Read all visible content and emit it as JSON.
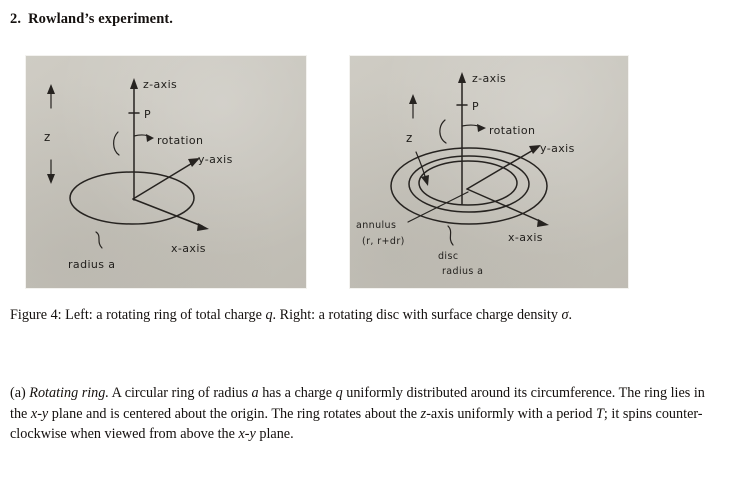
{
  "heading": {
    "number": "2.",
    "text": "Rowland’s experiment."
  },
  "figures": {
    "left": {
      "name": "rotating-ring-sketch",
      "labels": {
        "z_axis": "z-axis",
        "point_p": "P",
        "rotation": "rotation",
        "y_axis": "y-axis",
        "x_axis": "x-axis",
        "z_scale": "z",
        "radius": "radius a"
      }
    },
    "right": {
      "name": "rotating-disc-sketch",
      "labels": {
        "z_axis": "z-axis",
        "point_p": "P",
        "rotation": "rotation",
        "y_axis": "y-axis",
        "x_axis": "x-axis",
        "z_scale": "z",
        "annulus_line1": "annulus",
        "annulus_line2": "(r, r+dr)",
        "disc_line1": "disc",
        "disc_line2": "radius a"
      }
    }
  },
  "caption": {
    "label": "Figure 4:",
    "left_lead": "Left:",
    "left_text_a": " a rotating ring of total charge ",
    "left_sym": "q",
    "left_text_b": ".",
    "right_lead": "Right:",
    "right_text_a": " a rotating disc with surface charge density ",
    "right_sym": "σ",
    "right_text_b": "."
  },
  "body": {
    "part_label": "(a)",
    "part_title": "Rotating ring.",
    "t1": " A circular ring of radius ",
    "s1": "a",
    "t2": " has a charge ",
    "s2": "q",
    "t3": " uniformly distributed around its circumference. The ring lies in the ",
    "s3": "x-y",
    "t4": " plane and is centered about the origin. The ring rotates about the ",
    "s4": "z",
    "t5": "-axis uniformly with a period ",
    "s5": "T",
    "t6": "; it spins counter-clockwise when viewed from above the ",
    "s6": "x-y",
    "t7": " plane."
  },
  "colors": {
    "paper": "#c9c6bd",
    "ink": "#262320",
    "page_background": "#ffffff",
    "text": "#14100e"
  }
}
